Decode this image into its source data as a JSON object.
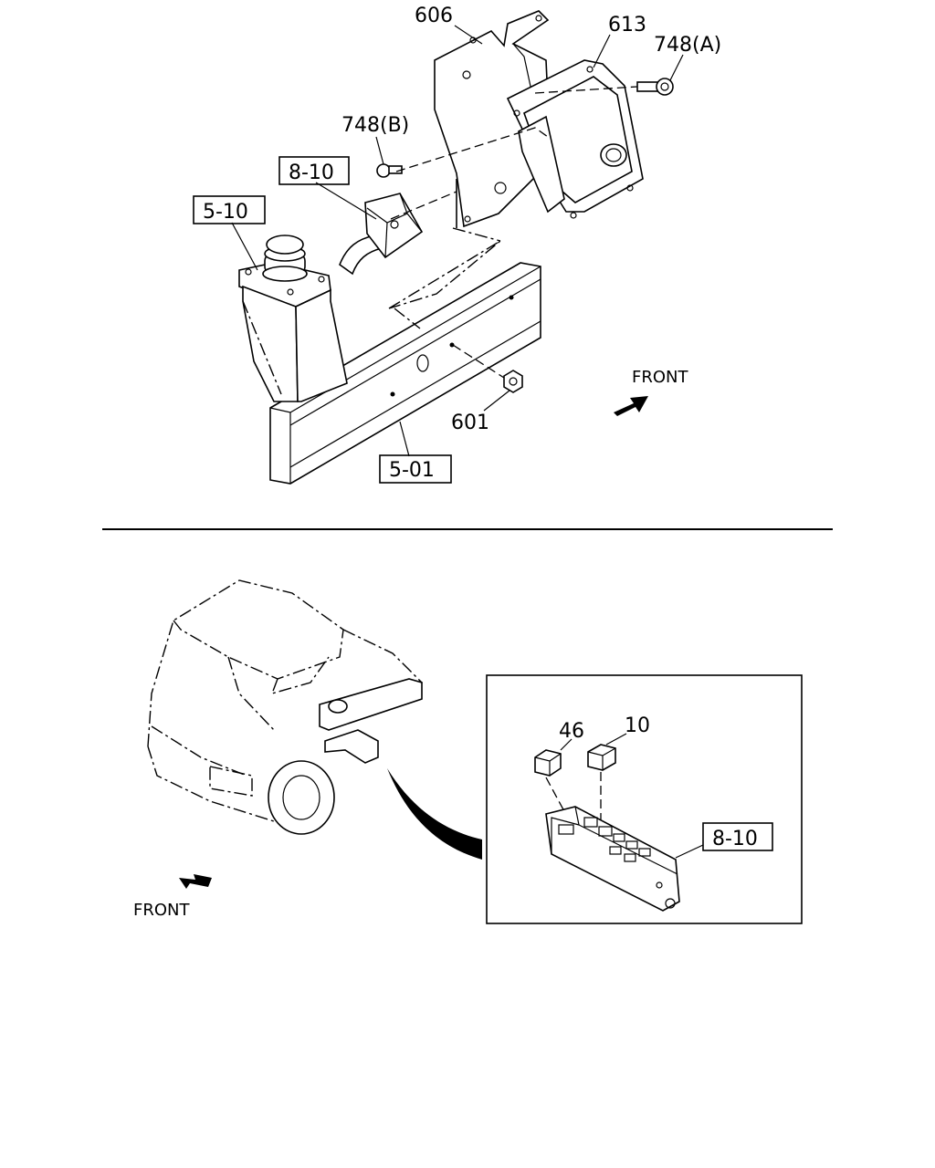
{
  "callouts": {
    "c606": "606",
    "c613": "613",
    "c748a": "748(A)",
    "c748b": "748(B)",
    "c810_top": "8-10",
    "c510": "5-10",
    "c601": "601",
    "c501": "5-01",
    "c46": "46",
    "c10": "10",
    "c810_inset": "8-10"
  },
  "direction": {
    "front_top": "FRONT",
    "front_bottom": "FRONT"
  }
}
